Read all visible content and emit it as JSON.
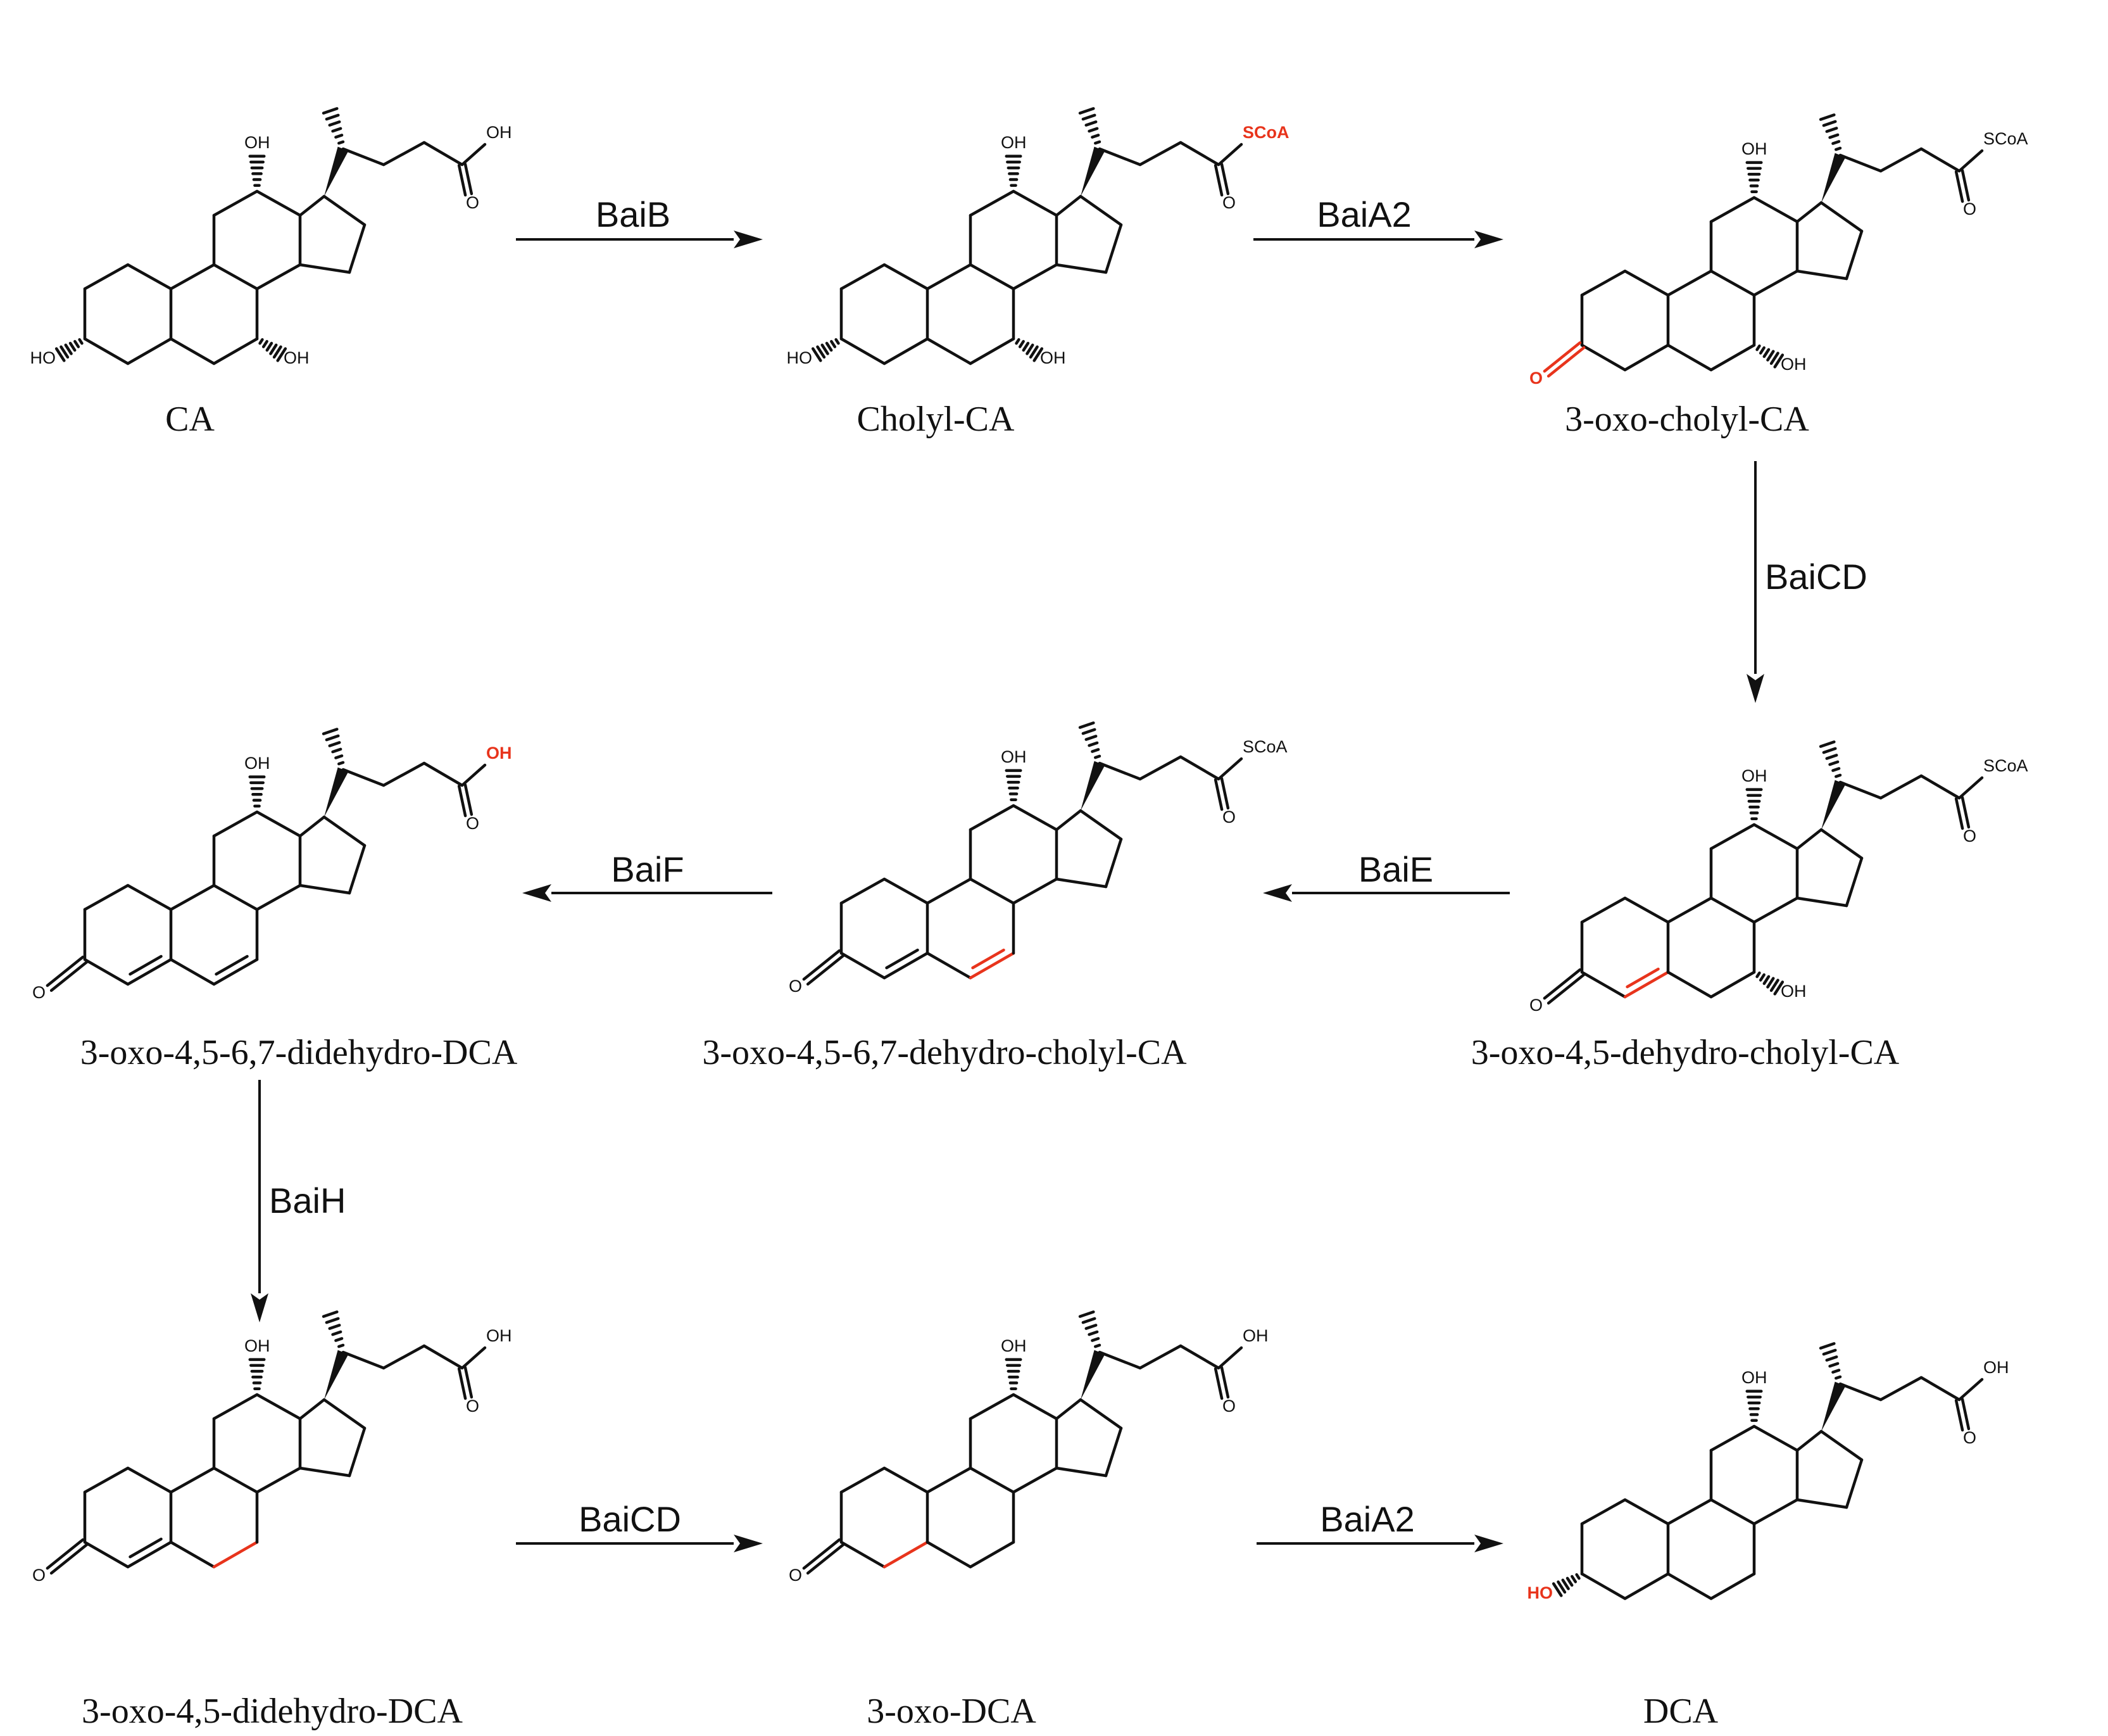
{
  "colors": {
    "ink": "#111111",
    "highlight": "#e8341c",
    "background": "#ffffff"
  },
  "compounds": [
    {
      "id": "CA",
      "name": "CA",
      "tail": "OH",
      "tail_color": "black",
      "c3": "alpha-OH",
      "c3_color": "black",
      "oh7": true,
      "ring_b": "single",
      "c4c5_red": false,
      "c6c7_red": false,
      "ring_a_red": false
    },
    {
      "id": "cholyl-ca",
      "name": "Cholyl-CA",
      "tail": "SCoA",
      "tail_color": "red",
      "c3": "alpha-OH",
      "c3_color": "black",
      "oh7": true,
      "ring_b": "single",
      "c4c5_red": false,
      "c6c7_red": false,
      "ring_a_red": false
    },
    {
      "id": "3-oxo-cholyl-ca",
      "name": "3-oxo-cholyl-CA",
      "tail": "SCoA",
      "tail_color": "black",
      "c3": "oxo",
      "c3_color": "red",
      "oh7": true,
      "ring_b": "single",
      "c4c5_red": false,
      "c6c7_red": false,
      "ring_a_red": false
    },
    {
      "id": "3-oxo-4-5-dehydro-cholyl-ca",
      "name": "3-oxo-4,5-dehydro-cholyl-CA",
      "tail": "SCoA",
      "tail_color": "black",
      "c3": "oxo",
      "c3_color": "black",
      "oh7": true,
      "ring_b": "single",
      "c4c5": "double",
      "c4c5_red": true,
      "c6c7_red": false,
      "ring_a_red": false
    },
    {
      "id": "3-oxo-4-5-6-7-dehydro-cholyl-ca",
      "name": "3-oxo-4,5-6,7-dehydro-cholyl-CA",
      "tail": "SCoA",
      "tail_color": "black",
      "c3": "oxo",
      "c3_color": "black",
      "oh7": false,
      "c4c5": "double",
      "c6c7": "double",
      "c4c5_red": false,
      "c6c7_red": true,
      "ring_a_red": false
    },
    {
      "id": "3-oxo-4-5-6-7-didehydro-dca",
      "name": "3-oxo-4,5-6,7-didehydro-DCA",
      "tail": "OH",
      "tail_color": "red",
      "c3": "oxo",
      "c3_color": "black",
      "oh7": false,
      "c4c5": "double",
      "c6c7": "double",
      "c4c5_red": false,
      "c6c7_red": false,
      "ring_a_red": false
    },
    {
      "id": "3-oxo-4-5-didehydro-dca",
      "name": "3-oxo-4,5-didehydro-DCA",
      "tail": "OH",
      "tail_color": "black",
      "c3": "oxo",
      "c3_color": "black",
      "oh7": false,
      "c4c5": "double",
      "c6c7": "single",
      "c4c5_red": false,
      "c6c7_red": true,
      "ring_a_red": false
    },
    {
      "id": "3-oxo-dca",
      "name": "3-oxo-DCA",
      "tail": "OH",
      "tail_color": "black",
      "c3": "oxo",
      "c3_color": "black",
      "oh7": false,
      "c4c5": "single",
      "c6c7": "single",
      "c4c5_red": true,
      "c6c7_red": false,
      "ring_a_red": false
    },
    {
      "id": "DCA",
      "name": "DCA",
      "tail": "OH",
      "tail_color": "black",
      "c3": "alpha-OH",
      "c3_color": "red",
      "oh7": false,
      "c4c5": "single",
      "c6c7": "single",
      "c4c5_red": false,
      "c6c7_red": false,
      "ring_a_red": false
    }
  ],
  "enzymes": [
    {
      "label": "BaiB",
      "from": "CA",
      "to": "Cholyl-CA"
    },
    {
      "label": "BaiA2",
      "from": "Cholyl-CA",
      "to": "3-oxo-cholyl-CA"
    },
    {
      "label": "BaiCD",
      "from": "3-oxo-cholyl-CA",
      "to": "3-oxo-4,5-dehydro-cholyl-CA"
    },
    {
      "label": "BaiE",
      "from": "3-oxo-4,5-dehydro-cholyl-CA",
      "to": "3-oxo-4,5-6,7-dehydro-cholyl-CA"
    },
    {
      "label": "BaiF",
      "from": "3-oxo-4,5-6,7-dehydro-cholyl-CA",
      "to": "3-oxo-4,5-6,7-didehydro-DCA"
    },
    {
      "label": "BaiH",
      "from": "3-oxo-4,5-6,7-didehydro-DCA",
      "to": "3-oxo-4,5-didehydro-DCA"
    },
    {
      "label": "BaiCD",
      "from": "3-oxo-4,5-didehydro-DCA",
      "to": "3-oxo-DCA"
    },
    {
      "label": "BaiA2",
      "from": "3-oxo-DCA",
      "to": "DCA"
    }
  ],
  "atom_labels": {
    "hydroxyl": "OH",
    "hydroxyl_left": "HO",
    "oxo": "O",
    "coa": "SCoA"
  }
}
